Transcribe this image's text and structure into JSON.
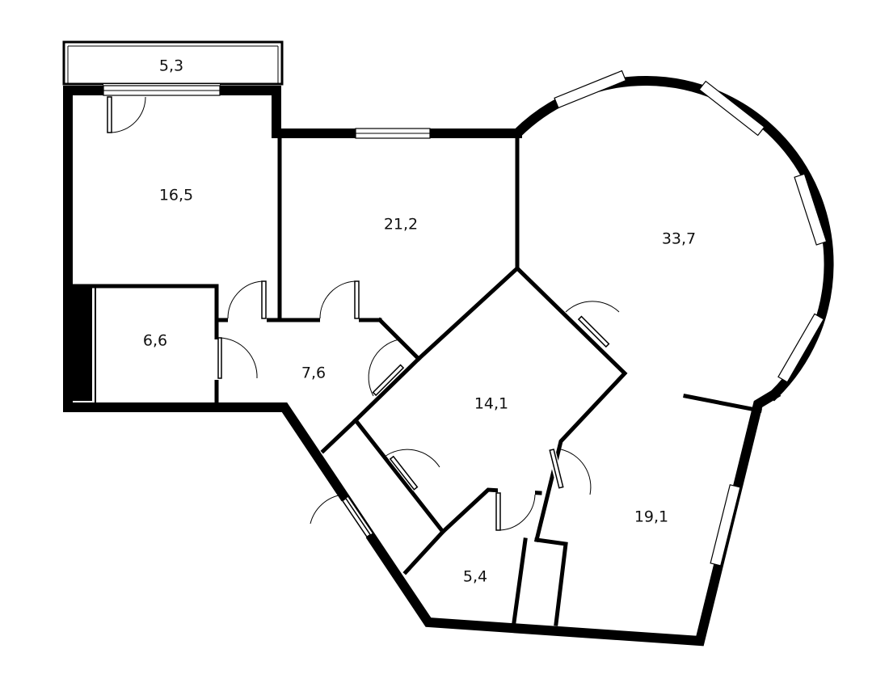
{
  "floor_plan": {
    "rooms": [
      {
        "id": "balcony",
        "area": "5,3"
      },
      {
        "id": "room-a",
        "area": "16,5"
      },
      {
        "id": "room-b",
        "area": "21,2"
      },
      {
        "id": "living-round",
        "area": "33,7"
      },
      {
        "id": "bath",
        "area": "6,6"
      },
      {
        "id": "hall",
        "area": "7,6"
      },
      {
        "id": "room-c",
        "area": "14,1"
      },
      {
        "id": "wc",
        "area": "5,4"
      },
      {
        "id": "kitchen",
        "area": "19,1"
      }
    ]
  }
}
